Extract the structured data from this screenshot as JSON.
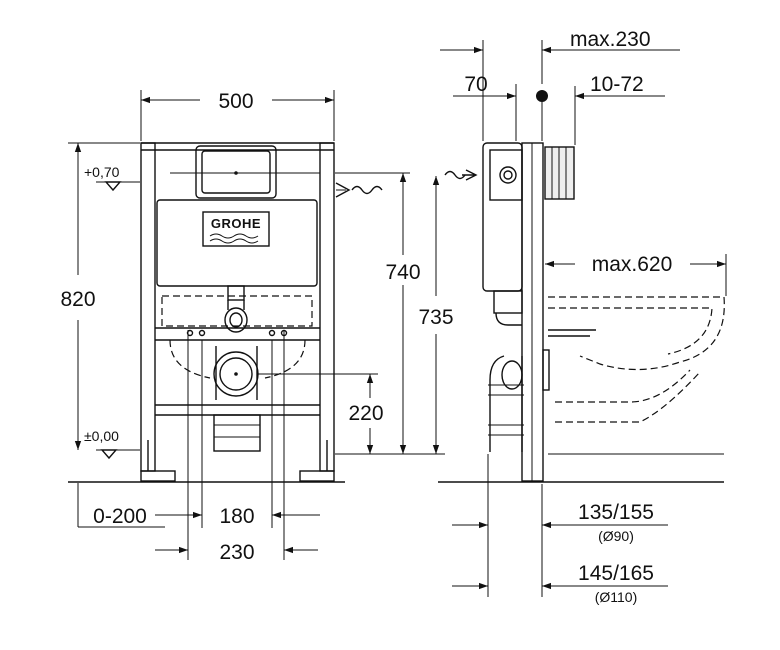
{
  "front_view": {
    "width": "500",
    "height": "820",
    "level_top": "+0,70",
    "level_floor": "±0,00",
    "height_740": "740",
    "height_735": "735",
    "drain_height": "220",
    "side_offset": "0-200",
    "drain_spacing_180": "180",
    "drain_spacing_230": "230",
    "brand_logo": "GROHE"
  },
  "side_view": {
    "max_depth": "max.230",
    "depth_70": "70",
    "adjust_range": "10-72",
    "max_bowl": "max.620",
    "drain_d90": "135/155",
    "drain_d90_sub": "(Ø90)",
    "drain_d110": "145/165",
    "drain_d110_sub": "(Ø110)"
  }
}
